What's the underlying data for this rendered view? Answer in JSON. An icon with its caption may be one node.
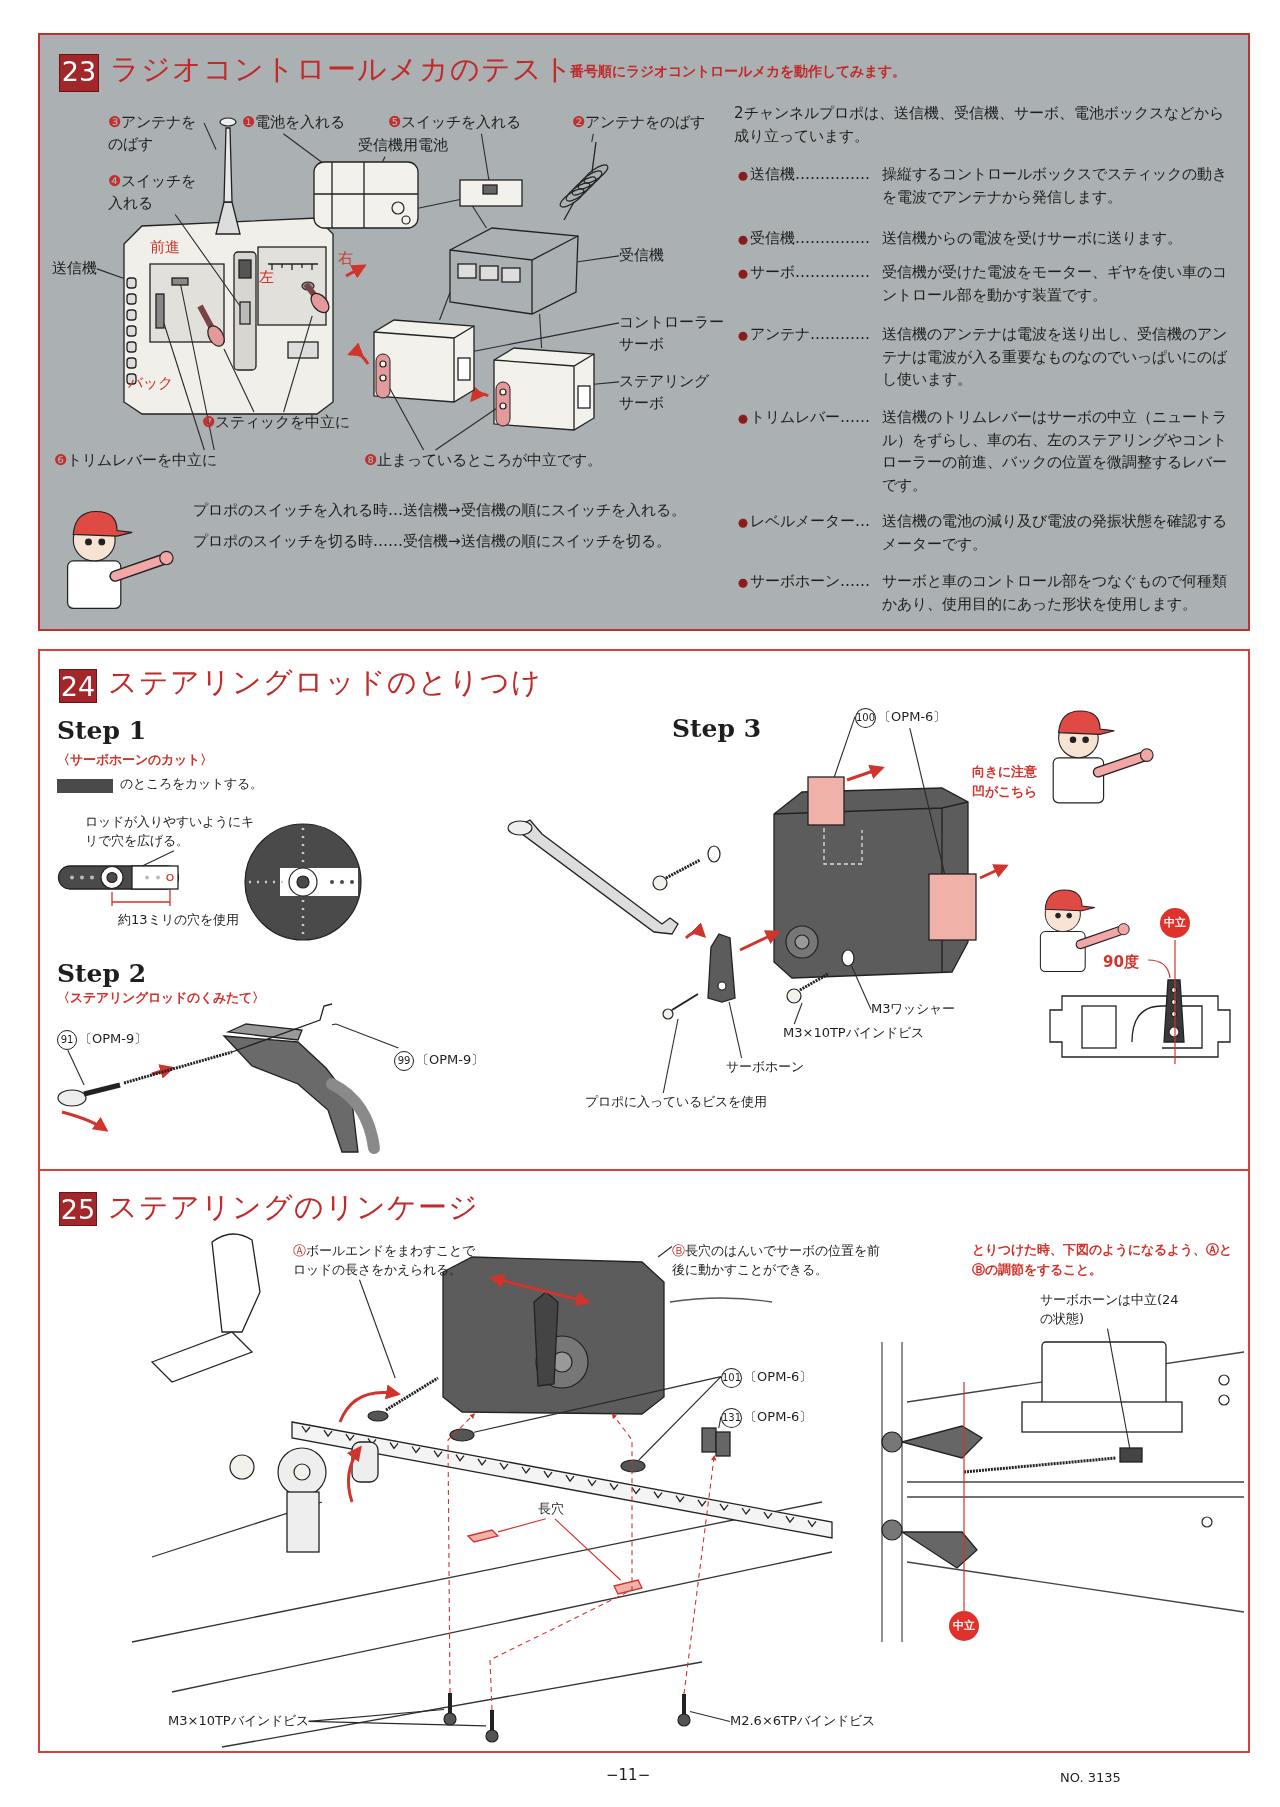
{
  "diagram": {
    "nodes": [
      {
        "text": [
          "ラジオコントロールメカのテスト",
          "番号順にラジオコントロールメカを動作してみます。"
        ]
      },
      {
        "text": [
          "23"
        ],
        "in": 0
      },
      {
        "text": [
          "❸アンテナをのばす"
        ],
        "in": 0
      },
      {
        "text": [
          "❶電池を入れる"
        ],
        "in": 0
      },
      {
        "text": [
          "❺スイッチを入れる"
        ],
        "in": 0
      },
      {
        "text": [
          "❷アンテナをのばす"
        ],
        "in": 0
      },
      {
        "text": [
          "受信機用電池"
        ],
        "in": 0
      },
      {
        "text": [
          "❹スイッチを入れる"
        ],
        "in": 0
      },
      {
        "text": [
          "送信機"
        ],
        "in": 0
      },
      {
        "text": [
          "受信機"
        ],
        "in": 0
      },
      {
        "text": [
          "コントローラーサーボ"
        ],
        "in": 0
      },
      {
        "text": [
          "ステアリングサーボ"
        ],
        "in": 0
      },
      {
        "text": [
          "❼スティックを中立に"
        ],
        "in": 0
      },
      {
        "text": [
          "❻トリムレバーを中立に"
        ],
        "in": 0
      },
      {
        "text": [
          "❽止まっているところが中立です。"
        ],
        "in": 0
      },
      {
        "text": [
          "ステアリングロッドのとりつけ"
        ]
      },
      {
        "text": [
          "24"
        ],
        "in": 15
      },
      {
        "text": [
          "ロッドが入りやすいようにキリで穴を広げる。"
        ],
        "in": 15
      },
      {
        "text": [
          "91",
          "〔OPM-9〕"
        ],
        "in": 15
      },
      {
        "text": [
          "99",
          "〔OPM-9〕"
        ],
        "in": 15
      },
      {
        "text": [
          "100",
          "〔OPM-6〕"
        ],
        "in": 15
      },
      {
        "text": [
          "M3ワッシャー"
        ],
        "in": 15
      },
      {
        "text": [
          "M3×10TPバインドビス"
        ],
        "in": 15
      },
      {
        "text": [
          "サーボホーン"
        ],
        "in": 15
      },
      {
        "text": [
          "プロポに入っているビスを使用"
        ],
        "in": 15
      },
      {
        "text": [
          "中立"
        ],
        "in": 15
      },
      {
        "text": [
          "ステアリングのリンケージ"
        ]
      },
      {
        "text": [
          "25"
        ],
        "in": 26
      },
      {
        "text": [
          "Ⓐボールエンドをまわすことでロッドの長さをかえられる。"
        ],
        "in": 26
      },
      {
        "text": [
          "Ⓑ長穴のはんいでサーボの位置を前後に動かすことができる。"
        ],
        "in": 26
      },
      {
        "text": [
          "101",
          "〔OPM-6〕"
        ],
        "in": 26
      },
      {
        "text": [
          "131",
          "〔OPM-6〕"
        ],
        "in": 26
      },
      {
        "text": [
          "長穴"
        ],
        "in": 26
      },
      {
        "text": [
          "M3×10TPバインドビス"
        ],
        "in": 26
      },
      {
        "text": [
          "M2.6×6TPバインドビス"
        ],
        "in": 26
      },
      {
        "text": [
          "サーボホーンは中立(24の状態)"
        ],
        "in": 26
      },
      {
        "text": [
          "中立"
        ],
        "in": 26
      },
      {
        "text": [],
        "shape": "picture",
        "in": 0
      },
      {
        "text": [],
        "shape": "picture",
        "in": 0
      },
      {
        "text": [],
        "shape": "box",
        "in": 37
      },
      {
        "text": [],
        "shape": "picture",
        "in": 37
      },
      {
        "text": [],
        "shape": "picture",
        "in": 37
      },
      {
        "text": [],
        "shape": "box",
        "in": 37
      },
      {
        "text": [],
        "shape": "box",
        "in": 37
      },
      {
        "text": [],
        "shape": "picture",
        "in": 0
      },
      {
        "text": [],
        "shape": "box",
        "in": 0
      },
      {
        "text": [],
        "shape": "picture",
        "in": 0
      },
      {
        "text": [],
        "shape": "picture",
        "in": 0
      },
      {
        "text": [],
        "shape": "picture",
        "in": 0
      },
      {
        "text": [],
        "shape": "picture",
        "in": 48
      },
      {
        "text": [],
        "shape": "picture",
        "in": 0
      },
      {
        "text": [],
        "shape": "picture",
        "in": 50
      },
      {
        "text": [],
        "shape": "picture",
        "in": 15
      },
      {
        "text": [],
        "shape": "picture",
        "in": 15
      },
      {
        "text": [],
        "shape": "picture",
        "in": 15
      },
      {
        "text": [],
        "shape": "box",
        "in": 15
      },
      {
        "text": [],
        "shape": "box",
        "in": 15
      },
      {
        "text": [],
        "shape": "circle",
        "in": 15
      },
      {
        "text": [],
        "shape": "picture",
        "in": 15
      },
      {
        "text": [],
        "shape": "picture",
        "in": 15
      },
      {
        "text": [],
        "shape": "picture",
        "in": 15
      },
      {
        "text": [],
        "shape": "picture",
        "in": 26
      },
      {
        "text": [],
        "shape": "picture",
        "in": 26
      },
      {
        "text": [],
        "shape": "circle",
        "in": 26
      },
      {
        "text": [],
        "shape": "circle",
        "in": 26
      },
      {
        "text": [],
        "shape": "picture",
        "in": 26
      },
      {
        "text": [],
        "shape": "picture",
        "in": 26
      },
      {
        "text": [],
        "shape": "picture",
        "in": 26
      },
      {
        "text": [],
        "shape": "picture",
        "in": 26
      },
      {
        "text": [],
        "shape": "picture",
        "in": 26
      },
      {
        "text": [],
        "shape": "picture",
        "in": 26
      },
      {
        "text": [],
        "shape": "box",
        "in": 26
      }
    ],
    "edges": [
      {
        "from": 2,
        "to": 38,
        "arrow": "none"
      },
      {
        "from": 3,
        "to": 44,
        "arrow": "none"
      },
      {
        "from": 4,
        "to": 45,
        "arrow": "none"
      },
      {
        "from": 5,
        "to": 46,
        "arrow": "none"
      },
      {
        "from": 6,
        "to": 44,
        "arrow": "none"
      },
      {
        "from": 7,
        "to": 39,
        "arrow": "none"
      },
      {
        "from": 8,
        "to": 37,
        "arrow": "none"
      },
      {
        "from": 9,
        "to": 47,
        "arrow": "none"
      },
      {
        "from": 10,
        "to": 48,
        "arrow": "none"
      },
      {
        "from": 11,
        "to": 50,
        "arrow": "none"
      },
      {
        "from": 12,
        "to": 40,
        "arrow": "none"
      },
      {
        "from": 12,
        "to": 41,
        "arrow": "none"
      },
      {
        "from": 13,
        "to": 42,
        "arrow": "none"
      },
      {
        "from": 13,
        "to": 43,
        "arrow": "none"
      },
      {
        "from": 14,
        "to": 49,
        "arrow": "none"
      },
      {
        "from": 14,
        "to": 51,
        "arrow": "none"
      },
      {
        "from": 17,
        "to": 52,
        "arrow": "none"
      },
      {
        "from": 18,
        "to": 53,
        "arrow": "none"
      },
      {
        "from": 19,
        "to": 54,
        "arrow": "none"
      },
      {
        "from": 20,
        "to": 55,
        "arrow": "none"
      },
      {
        "from": 20,
        "to": 56,
        "arrow": "none"
      },
      {
        "from": 21,
        "to": 57,
        "arrow": "none"
      },
      {
        "from": 22,
        "to": 58,
        "arrow": "none"
      },
      {
        "from": 23,
        "to": 59,
        "arrow": "none"
      },
      {
        "from": 24,
        "to": 60,
        "arrow": "none"
      },
      {
        "from": 28,
        "to": 61,
        "arrow": "none"
      },
      {
        "from": 29,
        "to": 62,
        "arrow": "none"
      },
      {
        "from": 30,
        "to": 63,
        "arrow": "none"
      },
      {
        "from": 30,
        "to": 64,
        "arrow": "none"
      },
      {
        "from": 31,
        "to": 65,
        "arrow": "none"
      },
      {
        "from": 32,
        "to": 66,
        "arrow": "none",
        "color": "#d0342c"
      },
      {
        "from": 32,
        "to": 67,
        "arrow": "none",
        "color": "#d0342c"
      },
      {
        "from": 33,
        "to": 68,
        "arrow": "none"
      },
      {
        "from": 33,
        "to": 69,
        "arrow": "none"
      },
      {
        "from": 34,
        "to": 70,
        "arrow": "none"
      },
      {
        "from": 35,
        "to": 71,
        "arrow": "none"
      },
      {
        "from": 44,
        "to": 45,
        "arrow": "none"
      },
      {
        "from": 45,
        "to": 47,
        "arrow": "none"
      },
      {
        "from": 47,
        "to": 48,
        "arrow": "none"
      },
      {
        "from": 47,
        "to": 50,
        "arrow": "none"
      },
      {
        "from": 68,
        "to": 62,
        "arrow": "to",
        "style": "dashed",
        "color": "#d0342c"
      },
      {
        "from": 69,
        "to": 62,
        "arrow": "to",
        "style": "dashed",
        "color": "#d0342c"
      },
      {
        "from": 70,
        "to": 65,
        "arrow": "to",
        "style": "dashed",
        "color": "#d0342c"
      }
    ],
    "labels": [
      "右",
      "前進",
      "左",
      "バック",
      "2チャンネルプロポは、送信機、受信機、サーボ、電池ボックスなどから成り立っています。",
      "送信機……………",
      "操縦するコントロールボックスでスティックの動きを電波でアンテナから発信します。",
      "受信機……………",
      "送信機からの電波を受けサーボに送ります。",
      "サーボ……………",
      "受信機が受けた電波をモーター、ギヤを使い車のコントロール部を動かす装置です。",
      "アンテナ…………",
      "送信機のアンテナは電波を送り出し、受信機のアンテナは電波が入る重要なものなのでいっぱいにのばし使います。",
      "トリムレバー……",
      "送信機のトリムレバーはサーボの中立（ニュートラル）をずらし、車の右、左のステアリングやコントローラーの前進、バックの位置を微調整するレバーです。",
      "レベルメーター…",
      "送信機の電池の減り及び電波の発振状態を確認するメーターです。",
      "サーボホーン……",
      "サーボと車のコントロール部をつなぐもので何種類かあり、使用目的にあった形状を使用します。",
      "プロポのスイッチを入れる時…送信機→受信機の順にスイッチを入れる。",
      "プロポのスイッチを切る時……受信機→送信機の順にスイッチを切る。",
      "Step 1",
      "〈サーボホーンのカット〉",
      "約13ミリの穴を使用",
      "Step 2",
      "〈ステアリングロッドのくみたて〉",
      "Step 3",
      "向きに注意凹がこちら",
      "90度",
      "とりつけた時、下図のようになるよう、ⒶとⒷの調節をすること。",
      "−11−",
      "NO. 3135"
    ],
    "legend": [
      {
        "text": "のところをカットする。",
        "color": "#4a4a4a"
      }
    ]
  }
}
